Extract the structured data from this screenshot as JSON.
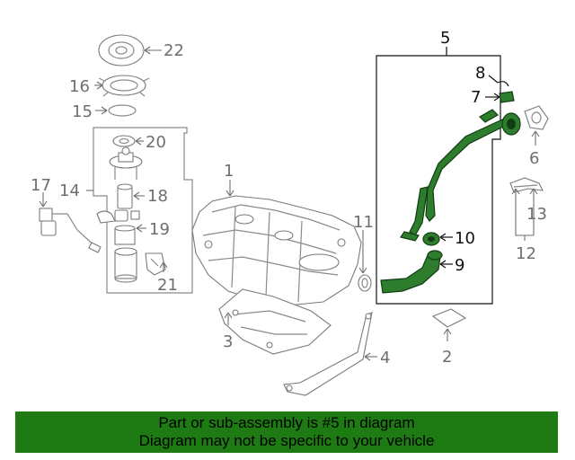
{
  "callouts": {
    "c1": "1",
    "c2": "2",
    "c3": "3",
    "c4": "4",
    "c5": "5",
    "c6": "6",
    "c7": "7",
    "c8": "8",
    "c9": "9",
    "c10": "10",
    "c11": "11",
    "c12": "12",
    "c13": "13",
    "c14": "14",
    "c15": "15",
    "c16": "16",
    "c17": "17",
    "c18": "18",
    "c19": "19",
    "c20": "20",
    "c21": "21",
    "c22": "22"
  },
  "highlight_color": "#2e7d2e",
  "banner": {
    "line1": "Part or sub-assembly is #5 in diagram",
    "line2": "Diagram may not be specific to your vehicle",
    "background": "#1e7b14"
  }
}
